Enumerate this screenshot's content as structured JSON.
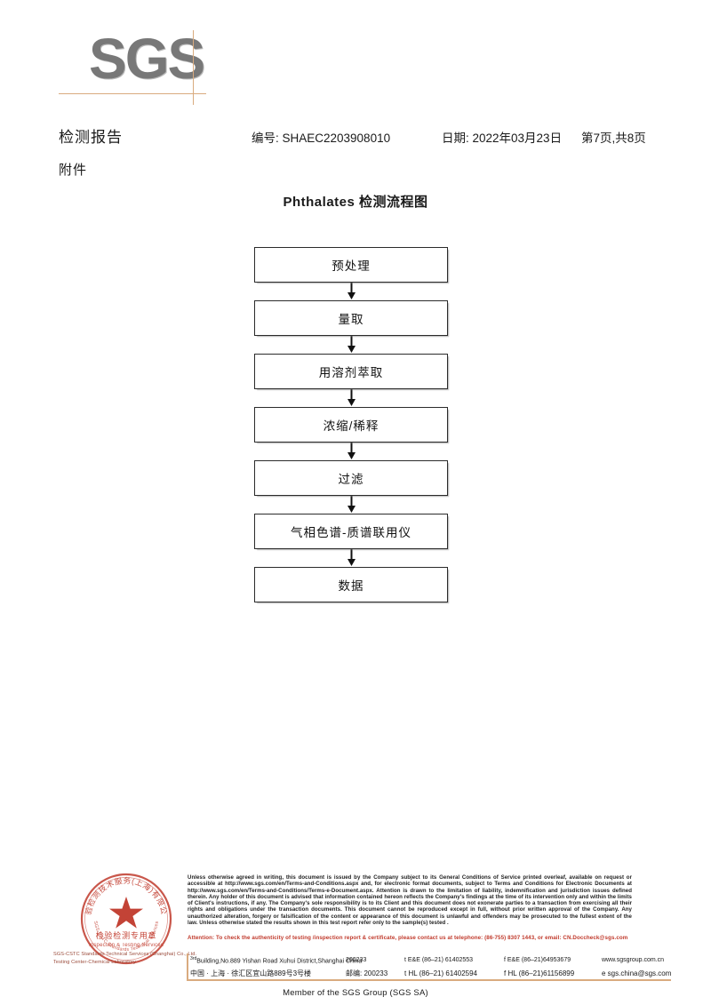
{
  "brand": {
    "logo_text": "SGS",
    "logo_color": "#787878",
    "accent_color": "#d9ab7f",
    "seal_color": "#c0392b"
  },
  "header": {
    "report_title": "检测报告",
    "attachment_label": "附件",
    "report_no": "编号: SHAEC2203908010",
    "report_date": "日期: 2022年03月23日",
    "page_count": "第7页,共8页"
  },
  "flowchart": {
    "title": "Phthalates 检测流程图",
    "steps": [
      {
        "label": "预处理"
      },
      {
        "label": "量取"
      },
      {
        "label": "用溶剂萃取"
      },
      {
        "label": "浓缩/稀释"
      },
      {
        "label": "过滤"
      },
      {
        "label": "气相色谱-质谱联用仪"
      },
      {
        "label": "数据"
      }
    ]
  },
  "seal": {
    "outer_text": "检验检测技术服务(上海)有限公司",
    "center_line1": "检验检测专用章",
    "center_line2": "Inspection & Testing Services",
    "company_line1": "SGS-CSTC Standards Technical Services (Shanghai) Co., Ltd.",
    "company_line2": "Testing Center-Chemical Laboratory"
  },
  "footer": {
    "legal": "Unless otherwise agreed in writing, this document is issued by the Company subject to its General Conditions of Service printed overleaf, available on request or accessible at http://www.sgs.com/en/Terms-and-Conditions.aspx and, for electronic format documents, subject to Terms and Conditions for Electronic Documents at http://www.sgs.com/en/Terms-and-Conditions/Terms-e-Document.aspx. Attention is drawn to the limitation of liability, indemnification and jurisdiction issues defined therein. Any holder of this document is advised that information contained hereon reflects the Company's findings at the time of its intervention only and within the limits of Client's instructions, if any. The Company's sole responsibility is to its Client and this document does not exonerate parties to a transaction from exercising all their rights and obligations under the transaction documents. This document cannot be reproduced except in full, without prior written approval of the Company. Any unauthorized alteration, forgery or falsification of the content or appearance of this document is unlawful and offenders may be prosecuted to the fullest extent of the law. Unless otherwise stated the results shown in this test report refer only to the sample(s) tested .",
    "attention": "Attention: To check the authenticity of testing /inspection report & certificate, please contact us at telephone: (86-755) 8307 1443, or email: CN.Doccheck@sgs.com",
    "address_en": {
      "street": "Building,No.889 Yishan Road Xuhui District,Shanghai China",
      "street_sup": "3",
      "street_sup_ord": "rd",
      "zip": "200233",
      "tel": "t E&E (86–21) 61402553",
      "fax": "f E&E (86–21)64953679",
      "web": "www.sgsgroup.com.cn"
    },
    "address_cn": {
      "street": "中国 · 上海 · 徐汇区宜山路889号3号楼",
      "zip_label": "邮编: 200233",
      "tel": "t HL (86–21) 61402594",
      "fax": "f HL (86–21)61156899",
      "web": "e  sgs.china@sgs.com"
    },
    "member": "Member of the SGS Group (SGS SA)"
  }
}
